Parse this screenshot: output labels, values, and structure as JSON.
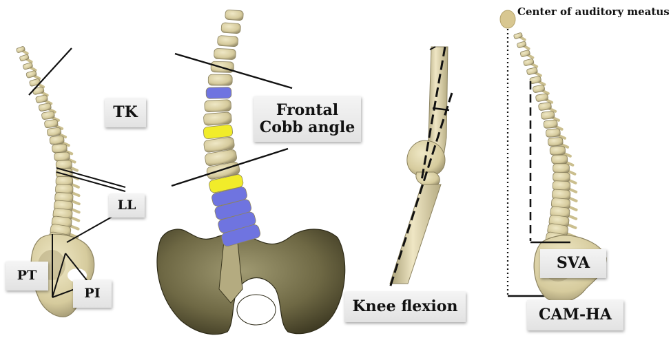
{
  "labels": {
    "tk": "TK",
    "ll": "LL",
    "pt": "PT",
    "pi": "PI",
    "frontal_line1": "Frontal",
    "frontal_line2": "Cobb angle",
    "knee_flexion": "Knee flexion",
    "center_auditory": "Center of auditory meatus",
    "sva": "SVA",
    "cam_ha": "CAM-HA"
  },
  "colors": {
    "bone": "#d9cfa3",
    "bone_dark": "#8c8360",
    "pelvis_dark": "#4f4a30",
    "vertebra_blue": "#6f74e0",
    "vertebra_yellow": "#f1ec2a",
    "lines": "#111111"
  }
}
